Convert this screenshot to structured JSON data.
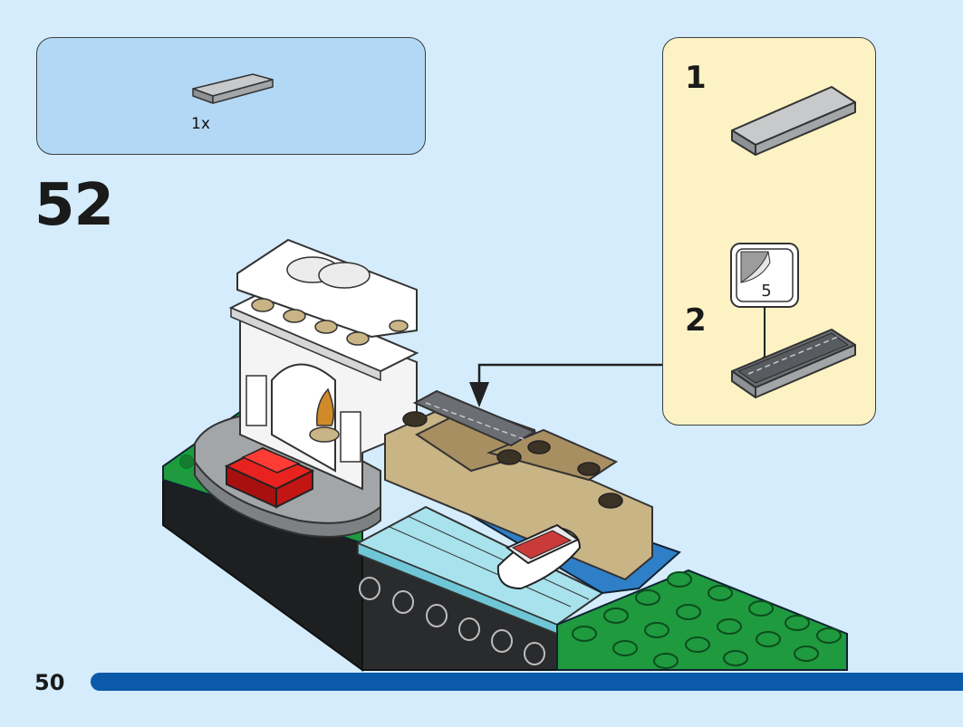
{
  "parts_callout": {
    "quantity": "1x"
  },
  "step": {
    "number": "52"
  },
  "substeps": [
    {
      "number": "1"
    },
    {
      "number": "2",
      "sticker_number": "5"
    }
  ],
  "page": {
    "number": "50",
    "progress": 0.92
  },
  "colors": {
    "background": "#d4ecfb",
    "parts_box": "#b3d8f5",
    "substep_box": "#fdf2c4",
    "progress_bar": "#0b5aa9",
    "tile_grey": "#a3a6a8",
    "tile_dark_grey": "#6b6e72",
    "green": "#1f9a3f",
    "red": "#d01012",
    "tan": "#c9b485",
    "white": "#f4f4f4",
    "trans_light_blue": "#a8e2ec",
    "blue": "#2f7fc8"
  }
}
